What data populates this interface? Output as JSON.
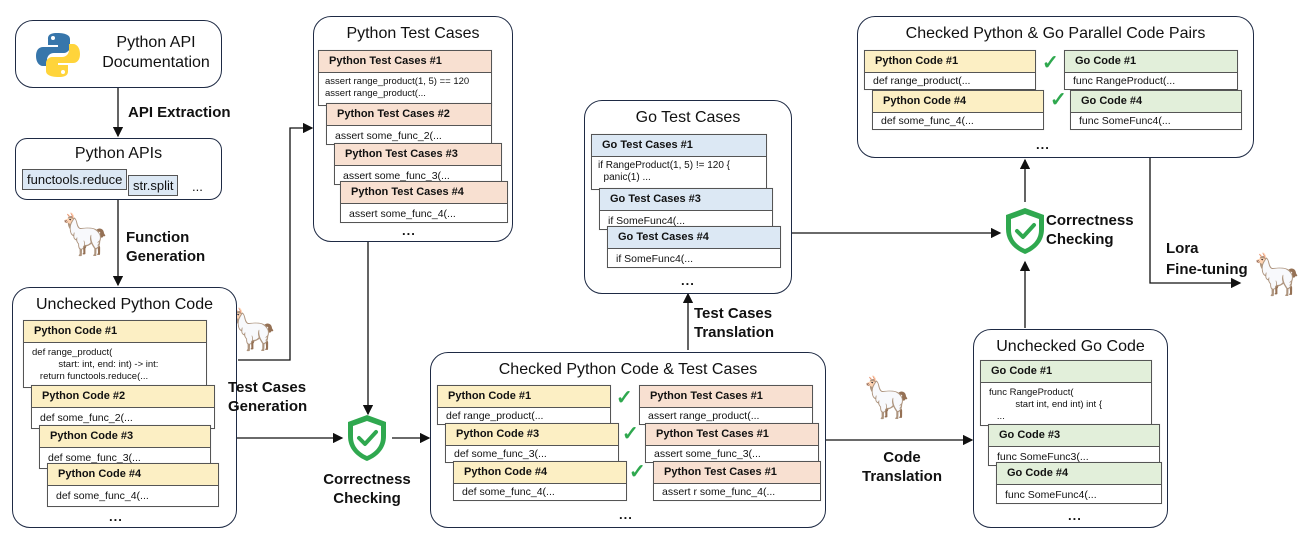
{
  "doc_panel": {
    "title_line1": "Python API",
    "title_line2": "Documentation"
  },
  "labels": {
    "api_extraction": "API Extraction",
    "function_generation": [
      "Function",
      "Generation"
    ],
    "test_cases_generation": [
      "Test Cases",
      "Generation"
    ],
    "correctness_checking_1": [
      "Correctness",
      "Checking"
    ],
    "code_translation": [
      "Code",
      "Translation"
    ],
    "test_cases_translation": [
      "Test Cases",
      "Translation"
    ],
    "correctness_checking_2": [
      "Correctness",
      "Checking"
    ],
    "lora": [
      "Lora",
      "Fine-tuning"
    ]
  },
  "python_apis": {
    "title": "Python APIs",
    "items": [
      "functools.reduce",
      "str.split"
    ],
    "more": "..."
  },
  "unchecked_python": {
    "title": "Unchecked Python Code",
    "cards": [
      {
        "header": "Python Code #1",
        "body": "def range_product(\n          start: int, end: int) -> int:\n   return functools.reduce(..."
      },
      {
        "header": "Python Code #2",
        "body": "def some_func_2(..."
      },
      {
        "header": "Python Code #3",
        "body": "def some_func_3(..."
      },
      {
        "header": "Python Code #4",
        "body": "def some_func_4(..."
      }
    ],
    "more": "..."
  },
  "python_tests": {
    "title": "Python Test Cases",
    "cards": [
      {
        "header": "Python Test Cases #1",
        "body": "assert range_product(1, 5) == 120\nassert range_product(..."
      },
      {
        "header": "Python Test Cases #2",
        "body": "assert some_func_2(..."
      },
      {
        "header": "Python Test Cases #3",
        "body": "assert some_func_3(..."
      },
      {
        "header": "Python Test Cases #4",
        "body": "assert some_func_4(..."
      }
    ],
    "more": "..."
  },
  "checked_python": {
    "title": "Checked Python Code & Test Cases",
    "rows": [
      {
        "code_header": "Python Code #1",
        "code_body": "def range_product(...",
        "test_header": "Python Test Cases #1",
        "test_body": "assert range_product(..."
      },
      {
        "code_header": "Python Code #3",
        "code_body": "def some_func_3(...",
        "test_header": "Python Test Cases #1",
        "test_body": "assert some_func_3(..."
      },
      {
        "code_header": "Python Code #4",
        "code_body": "def some_func_4(...",
        "test_header": "Python Test Cases #1",
        "test_body": "assert r some_func_4(..."
      }
    ],
    "more": "..."
  },
  "go_tests": {
    "title": "Go Test Cases",
    "cards": [
      {
        "header": "Go Test Cases #1",
        "body": "if RangeProduct(1, 5) != 120 {\n  panic(1) ..."
      },
      {
        "header": "Go Test Cases #3",
        "body": "if SomeFunc4(..."
      },
      {
        "header": "Go Test Cases #4",
        "body": "if SomeFunc4(..."
      }
    ],
    "more": "..."
  },
  "unchecked_go": {
    "title": "Unchecked Go Code",
    "cards": [
      {
        "header": "Go Code #1",
        "body": "func RangeProduct(\n          start int, end int) int {\n   ..."
      },
      {
        "header": "Go Code #3",
        "body": "func SomeFunc3(..."
      },
      {
        "header": "Go Code #4",
        "body": "func SomeFunc4(..."
      }
    ],
    "more": "..."
  },
  "pairs": {
    "title": "Checked Python & Go Parallel Code Pairs",
    "rows": [
      {
        "py_header": "Python Code #1",
        "py_body": "def range_product(...",
        "go_header": "Go Code #1",
        "go_body": "func RangeProduct(..."
      },
      {
        "py_header": "Python Code #4",
        "py_body": "def some_func_4(...",
        "go_header": "Go Code #4",
        "go_body": "func SomeFunc4(..."
      }
    ],
    "more": "..."
  },
  "check_mark": "✓",
  "colors": {
    "python_code_header": "#fcefc4",
    "python_test_header": "#f8e0d1",
    "go_test_header": "#dce8f4",
    "go_code_header": "#e2efda",
    "check_green": "#2fa84f"
  }
}
